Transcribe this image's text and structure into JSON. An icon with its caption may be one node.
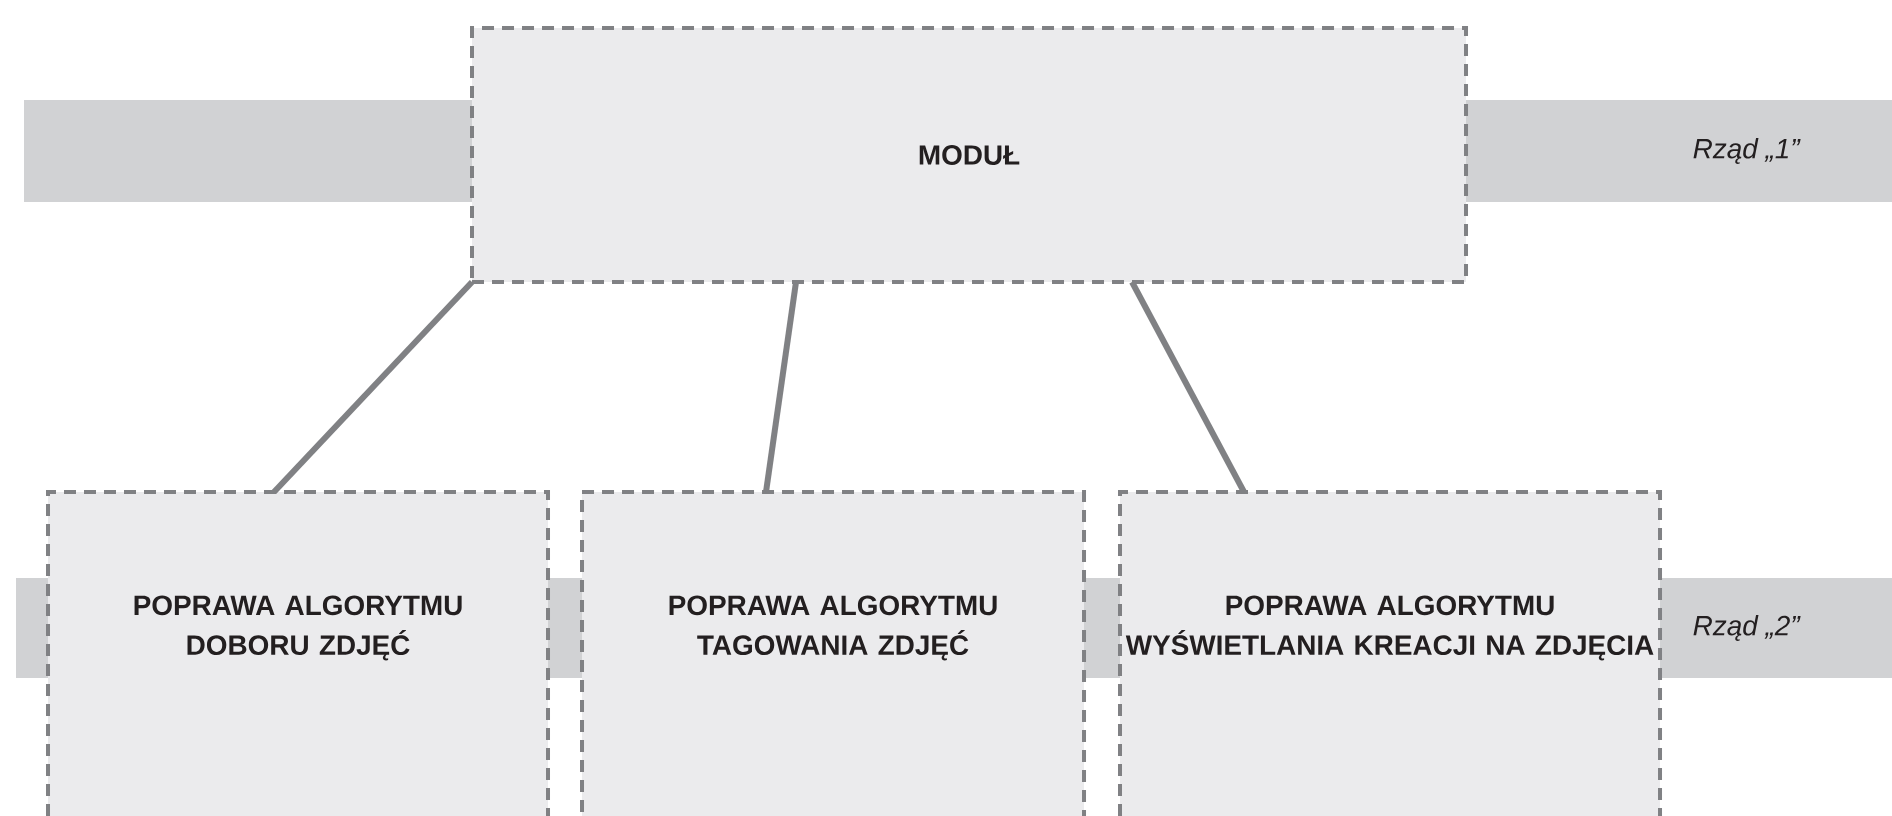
{
  "diagram": {
    "nodes": [
      {
        "text": [
          "MODUŁ"
        ]
      },
      {
        "text": [
          "POPRAWA ALGORYTMU DOBORU ZDJĘĆ"
        ]
      },
      {
        "text": [
          "POPRAWA ALGORYTMU TAGOWANIA ZDJĘĆ"
        ]
      },
      {
        "text": [
          "POPRAWA ALGORYTMU WYŚWIETLANIA KREACJI NA ZDJĘCIA"
        ]
      }
    ],
    "edges": [
      {
        "from": 0,
        "to": 1,
        "arrow": "none"
      },
      {
        "from": 0,
        "to": 2,
        "arrow": "none"
      },
      {
        "from": 0,
        "to": 3,
        "arrow": "none"
      }
    ],
    "labels": [
      "Rząd „1”",
      "Rząd „2”"
    ]
  }
}
